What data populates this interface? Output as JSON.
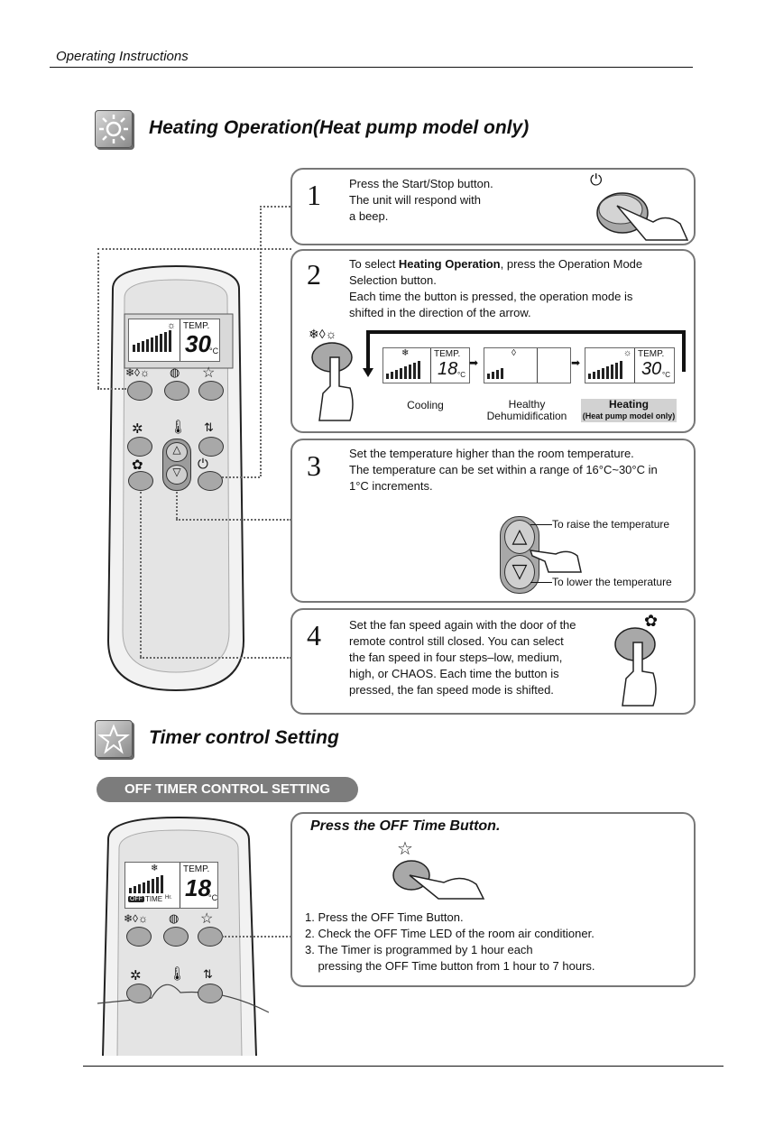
{
  "header": {
    "title": "Operating Instructions"
  },
  "heating": {
    "title": "Heating Operation(Heat pump model only)",
    "steps": [
      {
        "number": "1",
        "lines": [
          "Press the Start/Stop button.",
          "The unit will respond with",
          "a beep."
        ]
      },
      {
        "number": "2",
        "line1_prefix": "To select ",
        "line1_bold": "Heating Operation",
        "line1_suffix": ", press the Operation Mode",
        "lines": [
          "Selection button.",
          "Each time the button is pressed, the operation mode is",
          "shifted in the direction of the arrow."
        ]
      },
      {
        "number": "3",
        "lines": [
          "Set the temperature higher than the room temperature.",
          "The temperature can be set within a range of 16°C~30°C in",
          "1°C increments."
        ],
        "raise_label": "To raise the temperature",
        "lower_label": "To lower the temperature"
      },
      {
        "number": "4",
        "lines": [
          "Set the fan speed again with the door of the",
          "remote control still closed. You can select",
          "the fan speed in four steps–low, medium,",
          "high, or CHAOS. Each time the button is",
          "pressed, the fan speed mode is shifted."
        ]
      }
    ],
    "modes": {
      "cooling": {
        "label": "Cooling",
        "temp_label": "TEMP.",
        "temp": "18",
        "unit": "°C"
      },
      "dehum": {
        "label_line1": "Healthy",
        "label_line2": "Dehumidification"
      },
      "heating": {
        "label": "Heating",
        "sublabel": "(Heat pump model only)",
        "temp_label": "TEMP.",
        "temp": "30",
        "unit": "°C"
      }
    },
    "remote": {
      "temp_label": "TEMP.",
      "temp": "30",
      "unit": "°C"
    }
  },
  "timer": {
    "title": "Timer control Setting",
    "pill": "OFF TIMER CONTROL SETTING",
    "box_title": "Press the OFF Time Button.",
    "lines": [
      "1. Press the OFF Time Button.",
      "2. Check the OFF Time LED of the room air conditioner.",
      "3. The Timer is programmed by 1 hour each",
      "    pressing the OFF Time button from 1 hour to 7 hours."
    ],
    "remote": {
      "temp_label": "TEMP.",
      "temp": "18",
      "unit": "°C",
      "off_badge": "OFF",
      "time_label": "TIME",
      "hr_label": "Hr."
    }
  }
}
